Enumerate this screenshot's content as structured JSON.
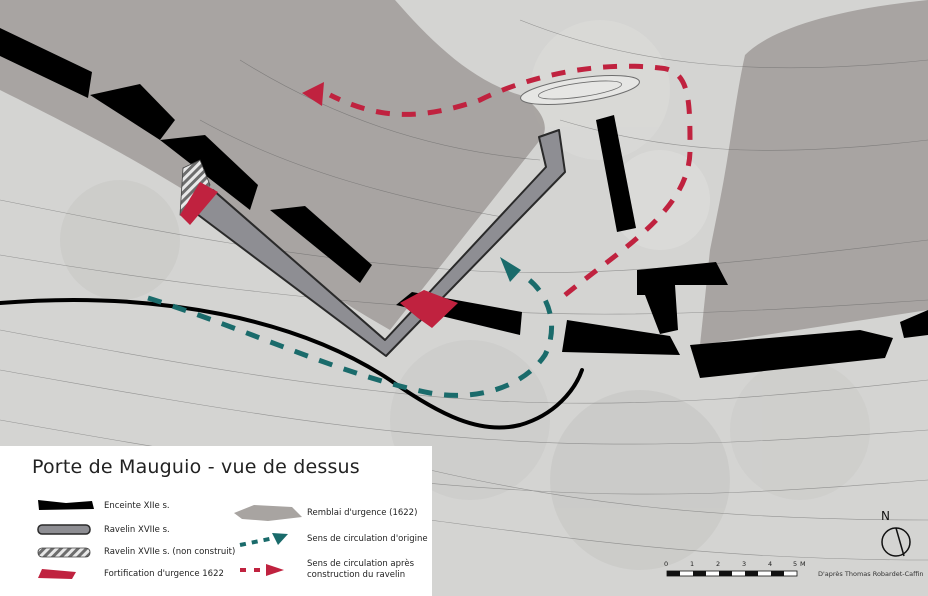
{
  "title": "Porte de Mauguio - vue de dessus",
  "legend": [
    {
      "id": "enceinte",
      "label": "Enceinte XIIe s.",
      "color": "#000000"
    },
    {
      "id": "ravelin",
      "label": "Ravelin XVIIe s.",
      "color": "#8e8e93"
    },
    {
      "id": "ravelin-nc",
      "label": "Ravelin XVIIe s. (non construit)",
      "color": "#9a9a9a"
    },
    {
      "id": "fortification",
      "label": "Fortification d'urgence 1622",
      "color": "#c0223f"
    },
    {
      "id": "remblai",
      "label": "Remblai d'urgence (1622)",
      "color": "#a8a4a1"
    },
    {
      "id": "origine",
      "label": "Sens de circulation d'origine",
      "color": "#1a6b6b"
    },
    {
      "id": "apres",
      "label": "Sens de circulation après construction du ravelin",
      "color": "#c0223f"
    }
  ],
  "scale": {
    "ticks": [
      "0",
      "1",
      "2",
      "3",
      "4",
      "5"
    ],
    "unit": "M"
  },
  "north": "N",
  "credit": "D'après Thomas Robardet-Caffin"
}
